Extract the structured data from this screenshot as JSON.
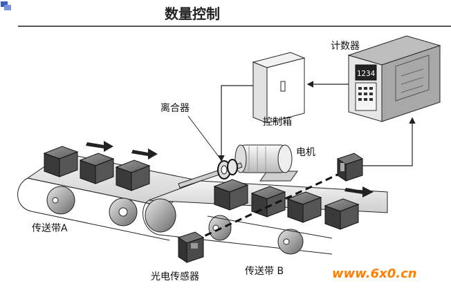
{
  "title": "数量控制",
  "labels": {
    "counter": "计数器",
    "controller": "控制箱",
    "clutch": "离合器",
    "motor": "电机",
    "conveyor_a": "传送带A",
    "conveyor_b": "传送带 B",
    "photo_sensor": "光电传感器"
  },
  "counter_display": "1234",
  "watermark": "www.6x0.cn",
  "colors": {
    "ink": "#111111",
    "watermark": "#ff7f00",
    "logo": "#3a5bbf"
  }
}
